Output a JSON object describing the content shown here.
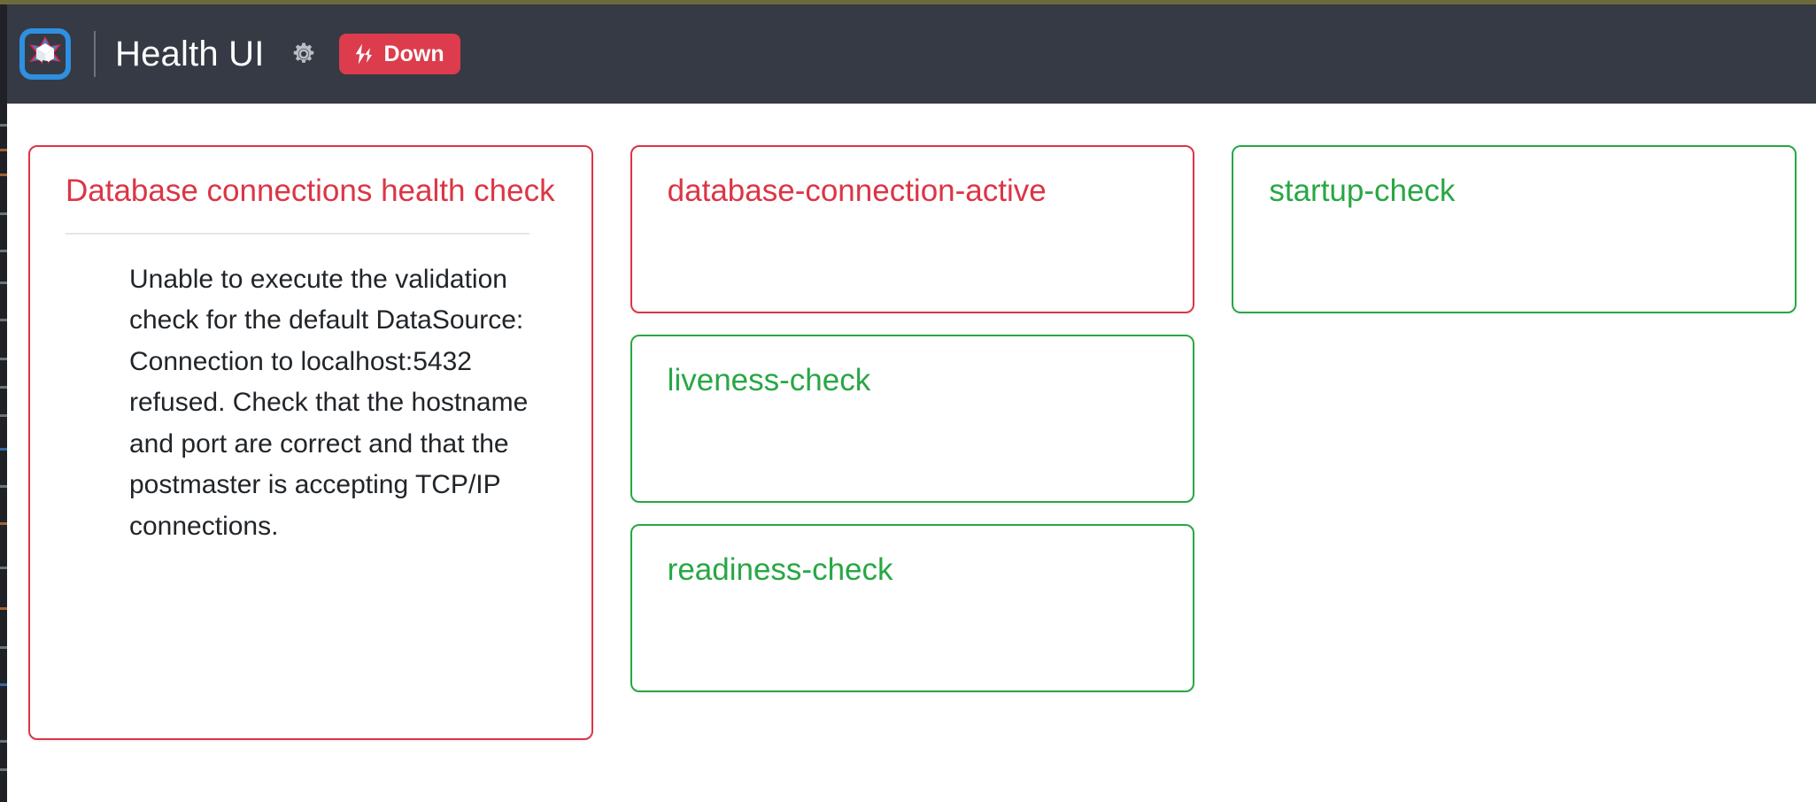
{
  "window": {
    "top_strip_color": "#6d6b3c",
    "background_color": "#ffffff"
  },
  "navbar": {
    "logo_icon": "spring-boot-admin-cube-logo",
    "logo_colors": {
      "frame": "#2f8fe0",
      "cube": "#ffffff",
      "accent_red": "#ed1c3a",
      "accent_blue": "#2f8fe0"
    },
    "title": "Health UI",
    "settings_icon": "gear-icon",
    "status_badge": {
      "icon": "lightning-bolts-icon",
      "label": "Down",
      "background_color": "#dc3c4c",
      "text_color": "#ffffff"
    },
    "background_color": "#353a44"
  },
  "health": {
    "overall_status": "Down",
    "status_colors": {
      "down": "#dc3545",
      "up": "#28a745"
    },
    "columns": [
      {
        "cards": [
          {
            "title": "Database connections health check",
            "status": "down",
            "has_divider": true,
            "body": "Unable to execute the validation check for the default DataSource: Connection to localhost:5432 refused. Check that the hostname and port are correct and that the postmaster is accepting TCP/IP connections.",
            "size": "tall"
          }
        ]
      },
      {
        "cards": [
          {
            "title": "database-connection-active",
            "status": "down",
            "has_divider": false,
            "body": "",
            "size": "medium"
          },
          {
            "title": "liveness-check",
            "status": "up",
            "has_divider": false,
            "body": "",
            "size": "medium"
          },
          {
            "title": "readiness-check",
            "status": "up",
            "has_divider": false,
            "body": "",
            "size": "medium"
          }
        ]
      },
      {
        "cards": [
          {
            "title": "startup-check",
            "status": "up",
            "has_divider": false,
            "body": "",
            "size": "medium"
          }
        ]
      }
    ]
  }
}
